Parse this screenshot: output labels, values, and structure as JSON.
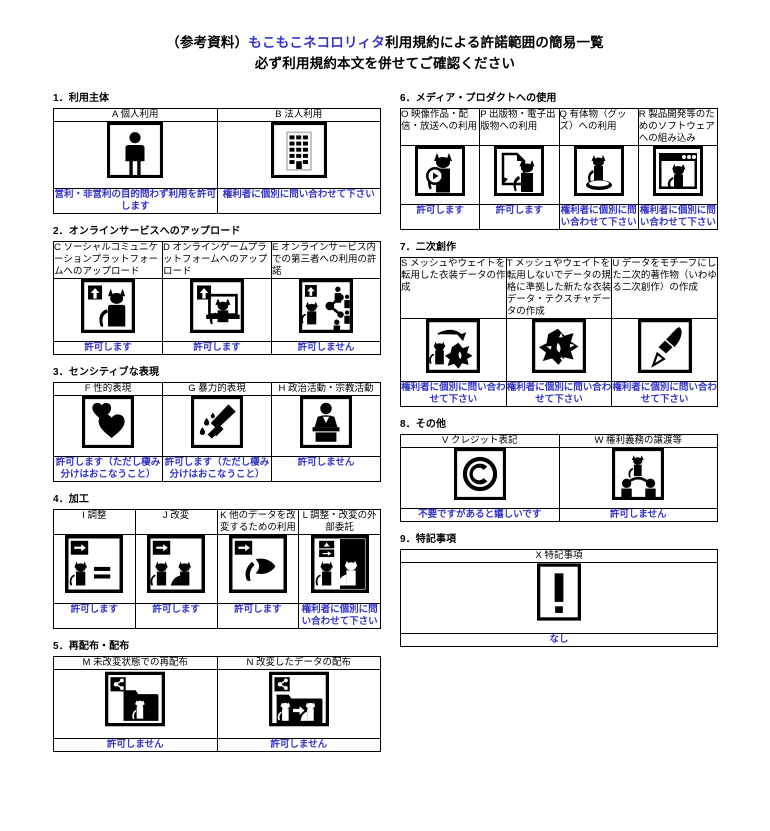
{
  "title": {
    "line1_prefix": "（参考資料）",
    "line1_accent": "もこもこネコロリィタ",
    "line1_suffix": "利用規約による許諾範囲の簡易一覧",
    "line2": "必ず利用規約本文を併せてご確認ください",
    "accent_color": "#3333cc"
  },
  "colors": {
    "note_blue": "#3333cc",
    "ink": "#000000",
    "paper": "#ffffff"
  },
  "sections": [
    {
      "id": "sec1",
      "heading": "1．利用主体",
      "columns": [
        {
          "code": "A",
          "label": "A 個人利用",
          "icon": "person-icon",
          "note": "営利・非営利の目的問わず利用を許可します"
        },
        {
          "code": "B",
          "label": "B 法人利用",
          "icon": "building-icon",
          "note": "権利者に個別に問い合わせて下さい"
        }
      ]
    },
    {
      "id": "sec2",
      "heading": "2．オンラインサービスへのアップロード",
      "columns": [
        {
          "code": "C",
          "label": "C ソーシャルコミュニケーションプラットフォームへのアップロード",
          "icon": "upload-cat-icon",
          "note": "許可します"
        },
        {
          "code": "D",
          "label": "D オンラインゲームプラットフォームへのアップロード",
          "icon": "upload-cat-monitor-icon",
          "note": "許可します"
        },
        {
          "code": "E",
          "label": "E オンラインサービス内での第三者への利用の許諾",
          "icon": "upload-cat-share-people-icon",
          "note": "許可しません"
        }
      ]
    },
    {
      "id": "sec3",
      "heading": "3．センシティブな表現",
      "columns": [
        {
          "code": "F",
          "label": "F 性的表現",
          "icon": "hearts-icon",
          "note": "許可します（ただし棲み分けはおこなうこと）"
        },
        {
          "code": "G",
          "label": "G 暴力的表現",
          "icon": "knife-blood-icon",
          "note": "許可します（ただし棲み分けはおこなうこと）"
        },
        {
          "code": "H",
          "label": "H 政治活動・宗教活動",
          "icon": "podium-speaker-icon",
          "note": "許可しません"
        }
      ]
    },
    {
      "id": "sec4",
      "heading": "4．加工",
      "columns": [
        {
          "code": "I",
          "label": "I 調整",
          "icon": "arrow-cat-equal-icon",
          "note": "許可します"
        },
        {
          "code": "J",
          "label": "J 改変",
          "icon": "arrow-cat-altered-icon",
          "note": "許可します"
        },
        {
          "code": "K",
          "label": "K 他のデータを改変するための利用",
          "icon": "arrow-cat-tail-shape-icon",
          "note": "許可します"
        },
        {
          "code": "L",
          "label": "L 調整・改変の外部委託",
          "icon": "outsourcing-two-cats-icon",
          "note": "権利者に個別に問い合わせて下さい"
        }
      ]
    },
    {
      "id": "sec5",
      "heading": "5．再配布・配布",
      "columns": [
        {
          "code": "M",
          "label": "M 未改変状態での再配布",
          "icon": "share-folder-cat-icon",
          "note": "許可しません"
        },
        {
          "code": "N",
          "label": "N 改変したデータの配布",
          "icon": "share-folder-cat-modified-icon",
          "note": "許可しません"
        }
      ]
    },
    {
      "id": "sec6",
      "heading": "6．メディア・プロダクトへの使用",
      "columns": [
        {
          "code": "O",
          "label": "O 映像作品・配信・放送への利用",
          "icon": "video-play-cat-icon",
          "note": "許可します"
        },
        {
          "code": "P",
          "label": "P 出版物・電子出版物への利用",
          "icon": "document-cat-icon",
          "note": "許可します"
        },
        {
          "code": "Q",
          "label": "Q 有体物（グッズ）への利用",
          "icon": "goods-cat-figure-icon",
          "note": "権利者に個別に問い合わせて下さい"
        },
        {
          "code": "R",
          "label": "R 製品開発等のためのソフトウェアへの組み込み",
          "icon": "software-window-cat-icon",
          "note": "権利者に個別に問い合わせて下さい"
        }
      ]
    },
    {
      "id": "sec7",
      "heading": "7．二次創作",
      "columns": [
        {
          "code": "S",
          "label": "S メッシュやウェイトを転用した衣装データの作成",
          "icon": "cat-to-mesh-icon",
          "note": "権利者に個別に問い合わせて下さい"
        },
        {
          "code": "T",
          "label": "T メッシュやウェイトを転用しないでデータの規格に準拠した新たな衣装データ・テクスチャデータの作成",
          "icon": "mesh-pieces-icon",
          "note": "権利者に個別に問い合わせて下さい"
        },
        {
          "code": "U",
          "label": "U データをモチーフにした二次的著作物（いわゆる二次創作）の作成",
          "icon": "paintbrush-icon",
          "note": "権利者に個別に問い合わせて下さい"
        }
      ]
    },
    {
      "id": "sec8",
      "heading": "8．その他",
      "columns": [
        {
          "code": "V",
          "label": "V クレジット表記",
          "icon": "copyright-icon",
          "note": "不要ですがあると嬉しいです"
        },
        {
          "code": "W",
          "label": "W 権利義務の譲渡等",
          "icon": "transfer-people-cat-icon",
          "note": "許可しません"
        }
      ]
    },
    {
      "id": "sec9",
      "heading": "9．特記事項",
      "columns": [
        {
          "code": "X",
          "label": "X 特記事項",
          "icon": "exclamation-icon",
          "note": "なし"
        }
      ]
    }
  ]
}
